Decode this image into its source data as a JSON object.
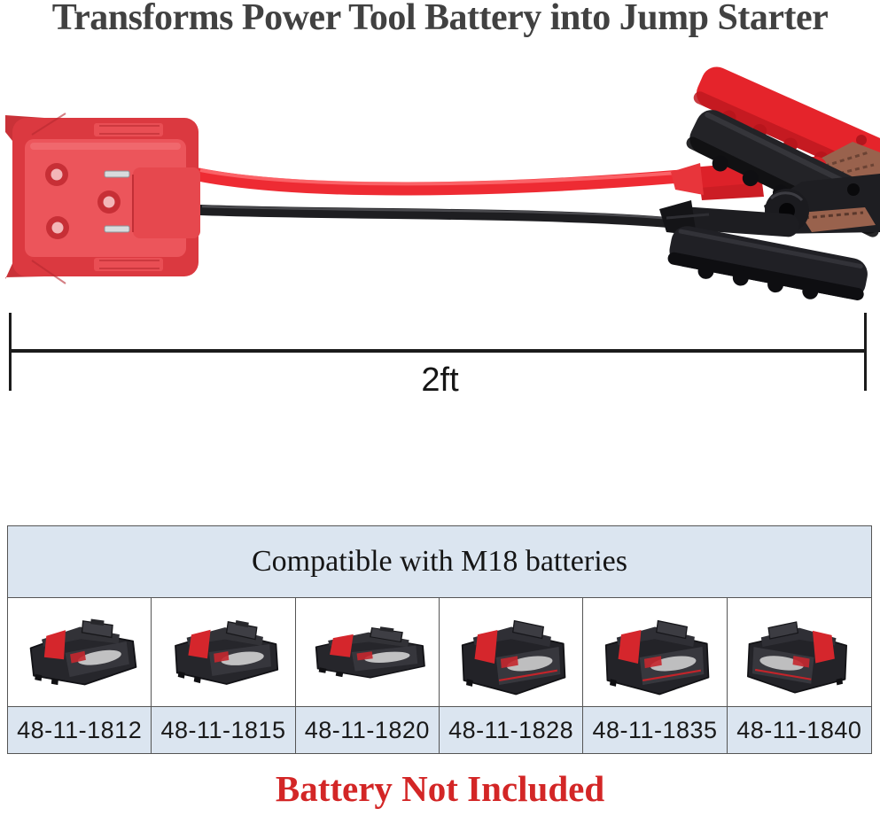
{
  "title": "Transforms Power Tool Battery into Jump Starter",
  "measurement": {
    "length_label": "2ft"
  },
  "table": {
    "header": "Compatible with M18 batteries",
    "models": [
      "48-11-1812",
      "48-11-1815",
      "48-11-1820",
      "48-11-1828",
      "48-11-1835",
      "48-11-1840"
    ]
  },
  "note": "Battery Not Included",
  "colors": {
    "title_gray": "#414141",
    "note_red": "#d32626",
    "table_header_bg": "#dbe5f0",
    "table_border": "#555555",
    "adapter_red": "#db3940",
    "cable_red": "#ee2b33",
    "cable_black": "#1e1e21",
    "clamp_red": "#e5242b",
    "clamp_black": "#232327",
    "copper": "#99624d"
  }
}
